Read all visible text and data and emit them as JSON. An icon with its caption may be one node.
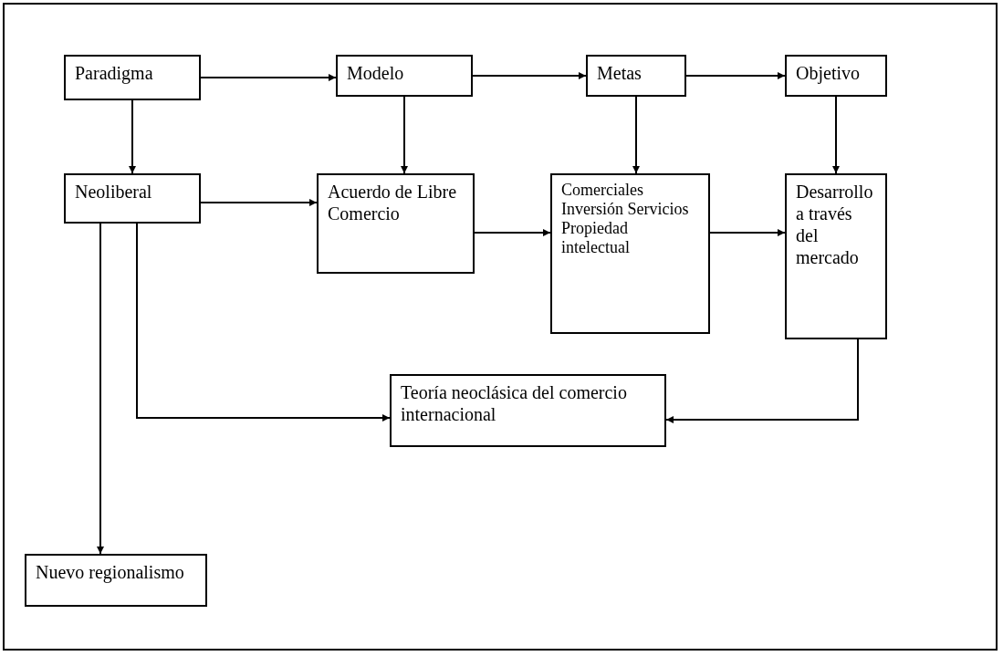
{
  "diagram": {
    "nodes": [
      {
        "text": [
          "Paradigma"
        ]
      },
      {
        "text": [
          "Modelo"
        ]
      },
      {
        "text": [
          "Metas"
        ]
      },
      {
        "text": [
          "Objetivo"
        ]
      },
      {
        "text": [
          "Neoliberal"
        ]
      },
      {
        "text": [
          "Acuerdo de Libre Comercio"
        ]
      },
      {
        "text": [
          "Comerciales Inversión Servicios Propiedad intelectual"
        ]
      },
      {
        "text": [
          "Desarrollo a través del mercado"
        ]
      },
      {
        "text": [
          "Teoría neoclásica del comercio internacional"
        ]
      },
      {
        "text": [
          "Nuevo regionalismo"
        ]
      }
    ],
    "edges": [
      {
        "from": 0,
        "to": 1,
        "arrow": "to"
      },
      {
        "from": 1,
        "to": 2,
        "arrow": "to"
      },
      {
        "from": 2,
        "to": 3,
        "arrow": "to"
      },
      {
        "from": 0,
        "to": 4,
        "arrow": "to"
      },
      {
        "from": 1,
        "to": 5,
        "arrow": "to"
      },
      {
        "from": 2,
        "to": 6,
        "arrow": "to"
      },
      {
        "from": 3,
        "to": 7,
        "arrow": "to"
      },
      {
        "from": 4,
        "to": 5,
        "arrow": "to"
      },
      {
        "from": 5,
        "to": 6,
        "arrow": "to"
      },
      {
        "from": 6,
        "to": 7,
        "arrow": "to"
      },
      {
        "from": 4,
        "to": 8,
        "arrow": "to"
      },
      {
        "from": 7,
        "to": 8,
        "arrow": "to"
      },
      {
        "from": 4,
        "to": 9,
        "arrow": "to"
      }
    ]
  }
}
